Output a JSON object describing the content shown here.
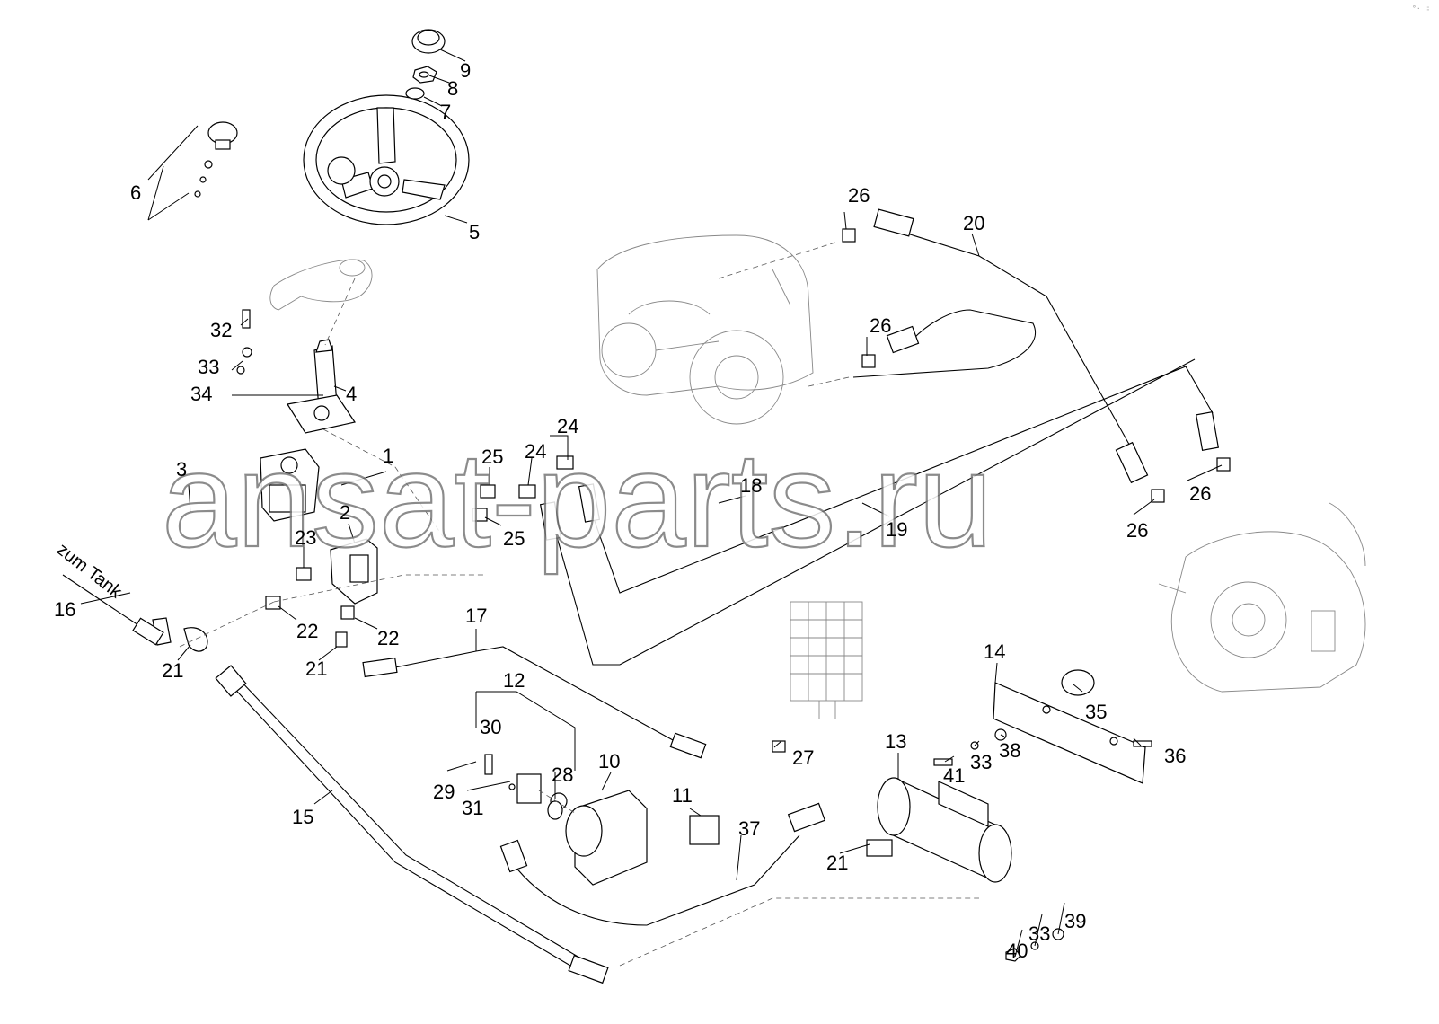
{
  "diagram": {
    "watermark": "ansat-parts.ru",
    "corner_mark": "°· ∷",
    "annotations": {
      "to_tank": "zum Tank"
    },
    "labels": {
      "l1": "1",
      "l2": "2",
      "l3": "3",
      "l4": "4",
      "l5": "5",
      "l6": "6",
      "l7": "7",
      "l8": "8",
      "l9": "9",
      "l10": "10",
      "l11": "11",
      "l12": "12",
      "l13": "13",
      "l14": "14",
      "l15": "15",
      "l16": "16",
      "l17": "17",
      "l18": "18",
      "l19": "19",
      "l20": "20",
      "l21a": "21",
      "l21b": "21",
      "l21c": "21",
      "l22a": "22",
      "l22b": "22",
      "l23": "23",
      "l24a": "24",
      "l24b": "24",
      "l25a": "25",
      "l25b": "25",
      "l26a": "26",
      "l26b": "26",
      "l26c": "26",
      "l26d": "26",
      "l27": "27",
      "l28": "28",
      "l29": "29",
      "l30": "30",
      "l31": "31",
      "l32": "32",
      "l33a": "33",
      "l33b": "33",
      "l33c": "33",
      "l34": "34",
      "l35": "35",
      "l36": "36",
      "l37": "37",
      "l38": "38",
      "l39": "39",
      "l40": "40",
      "l41": "41"
    }
  }
}
